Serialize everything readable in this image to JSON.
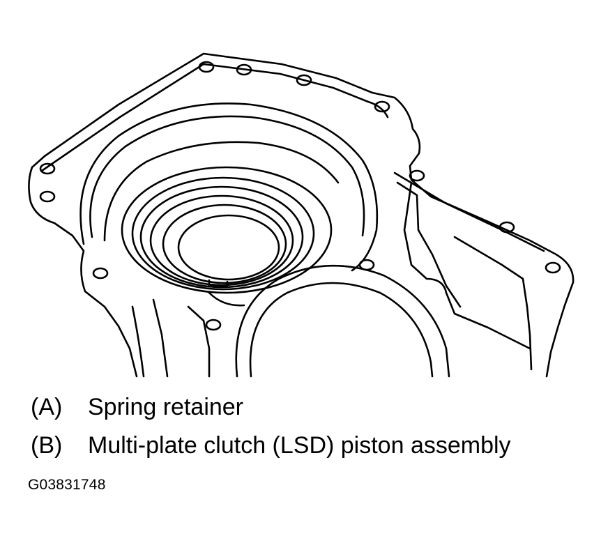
{
  "legend": [
    {
      "key": "(A)",
      "label": "Spring retainer"
    },
    {
      "key": "(B)",
      "label": "Multi-plate clutch (LSD) piston assembly"
    }
  ],
  "figure_id": "G03831748",
  "colors": {
    "line": "#000000",
    "background": "#ffffff"
  }
}
